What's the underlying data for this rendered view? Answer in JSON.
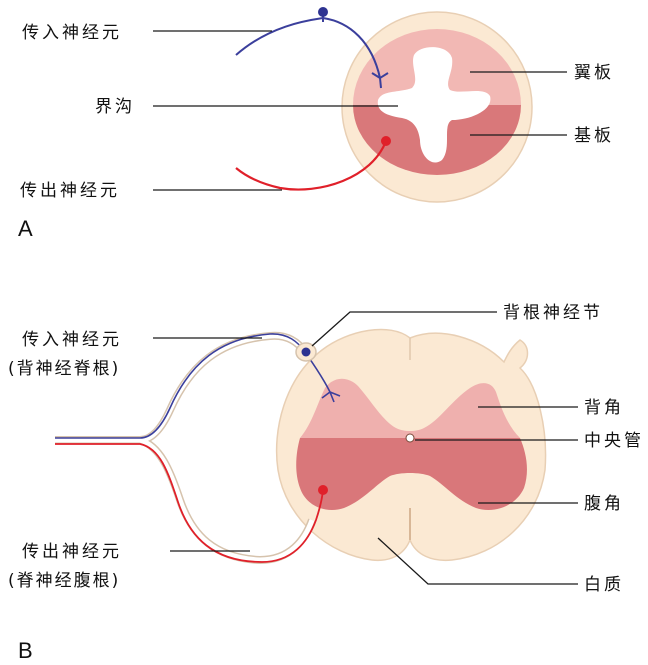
{
  "panel_a": {
    "letter": "A",
    "labels": {
      "afferent": "传入神经元",
      "sulcus_limitans": "界沟",
      "efferent": "传出神经元",
      "alar_plate": "翼板",
      "basal_plate": "基板"
    }
  },
  "panel_b": {
    "letter": "B",
    "labels": {
      "afferent_line1": "传入神经元",
      "afferent_line2": "(背神经脊根)",
      "efferent_line1": "传出神经元",
      "efferent_line2": "(脊神经腹根)",
      "dorsal_root_ganglion": "背根神经节",
      "dorsal_horn": "背角",
      "central_canal": "中央管",
      "ventral_horn": "腹角",
      "white_matter": "白质"
    }
  },
  "colors": {
    "outer_tissue": "#fbe9d3",
    "alar_plate": "#f2b8b4",
    "basal_plate": "#d9787a",
    "dorsal_horn": "#efb0ae",
    "ventral_horn": "#d9777a",
    "afferent_nerve": "#3b3f9c",
    "efferent_nerve": "#e0202a"
  }
}
